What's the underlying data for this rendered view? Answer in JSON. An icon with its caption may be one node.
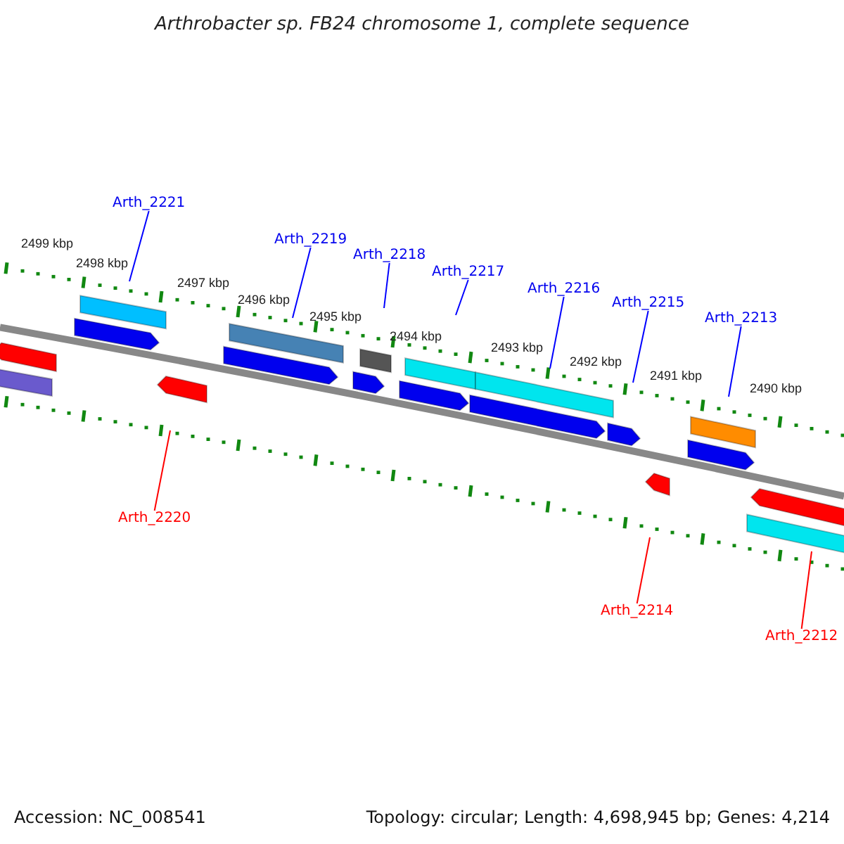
{
  "diagram": {
    "title": "Arthrobacter sp. FB24 chromosome 1, complete sequence",
    "nodes": [
      {
        "text": [
          "Arth_2221"
        ]
      },
      {
        "text": [
          "Arth_2219"
        ]
      },
      {
        "text": [
          "Arth_2218"
        ]
      },
      {
        "text": [
          "Arth_2217"
        ]
      },
      {
        "text": [
          "Arth_2216"
        ]
      },
      {
        "text": [
          "Arth_2215"
        ]
      },
      {
        "text": [
          "Arth_2213"
        ]
      },
      {
        "text": [
          "Arth_2220"
        ]
      },
      {
        "text": [
          "Arth_2214"
        ]
      },
      {
        "text": [
          "Arth_2212"
        ]
      }
    ],
    "edges": [
      {
        "from": 0,
        "to": null,
        "arrow": "none"
      },
      {
        "from": 1,
        "to": null,
        "arrow": "none"
      },
      {
        "from": 2,
        "to": null,
        "arrow": "none"
      },
      {
        "from": 3,
        "to": null,
        "arrow": "none"
      },
      {
        "from": 4,
        "to": null,
        "arrow": "none"
      },
      {
        "from": 5,
        "to": null,
        "arrow": "none"
      },
      {
        "from": 6,
        "to": null,
        "arrow": "none"
      },
      {
        "from": 7,
        "to": null,
        "arrow": "none",
        "color": "#ff0000"
      },
      {
        "from": 8,
        "to": null,
        "arrow": "none",
        "color": "#ff0000"
      },
      {
        "from": 9,
        "to": null,
        "arrow": "none",
        "color": "#ff0000"
      }
    ],
    "labels": [
      "2499 kbp",
      "2498 kbp",
      "2497 kbp",
      "2496 kbp",
      "2495 kbp",
      "2494 kbp",
      "2493 kbp",
      "2492 kbp",
      "2491 kbp",
      "2490 kbp",
      "Accession: NC_008541",
      "Topology: circular; Length: 4,698,945 bp; Genes: 4,214"
    ]
  }
}
